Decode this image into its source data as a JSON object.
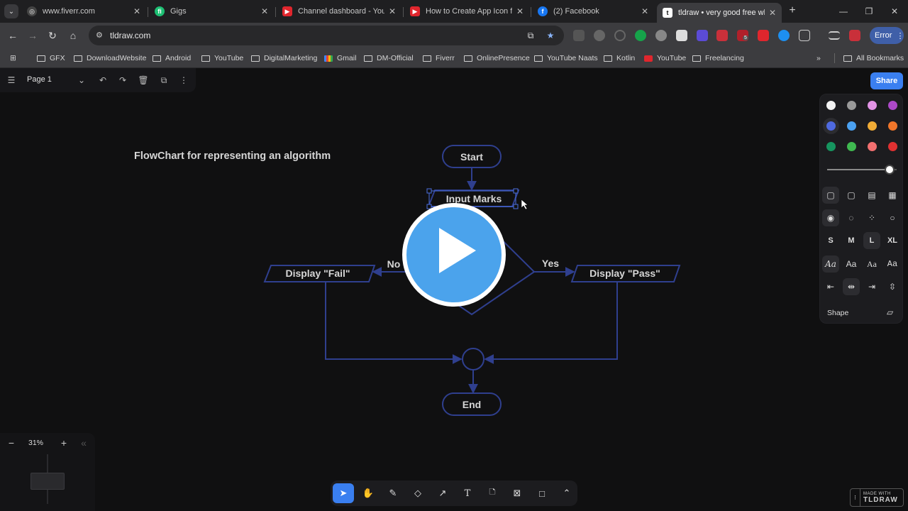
{
  "browser": {
    "tabs": [
      {
        "title": "www.fiverr.com",
        "close": "✕"
      },
      {
        "title": "Gigs",
        "close": "✕"
      },
      {
        "title": "Channel dashboard - YouTube",
        "close": "✕"
      },
      {
        "title": "How to Create App Icon for",
        "close": "✕"
      },
      {
        "title": "(2) Facebook",
        "close": "✕"
      },
      {
        "title": "tldraw • very good free whiteboard",
        "close": "✕"
      }
    ],
    "url": "tldraw.com",
    "error_label": "Error",
    "extension_badge": "5",
    "bookmarks": [
      "GFX",
      "DownloadWebsite",
      "Android",
      "YouTube",
      "DigitalMarketing",
      "Gmail",
      "DM-Official",
      "Fiverr",
      "OnlinePresence",
      "YouTube Naats",
      "Kotlin",
      "YouTube",
      "Freelancing"
    ],
    "all_bookmarks": "All Bookmarks",
    "overflow": "»"
  },
  "app": {
    "page_name": "Page 1",
    "share_label": "Share",
    "zoom_value": "31%",
    "made_with_line1": "MADE WITH",
    "made_with_line2": "TLDRAW"
  },
  "style_panel": {
    "colors": [
      "#f2f2f2",
      "#9a9a9a",
      "#e394e6",
      "#ad49c9",
      "#4f6ae0",
      "#4ba1f1",
      "#f1ac36",
      "#f0762a",
      "#16955f",
      "#3fb950",
      "#f27070",
      "#e03131"
    ],
    "selected_color": "#4f6ae0",
    "opacity": 0.9,
    "sizes": [
      "S",
      "M",
      "L",
      "XL"
    ],
    "selected_size": "L",
    "font_label": "Aa",
    "shape_label": "Shape"
  },
  "flowchart": {
    "title": "FlowChart for representing an algorithm",
    "nodes": {
      "start": "Start",
      "input": "Input Marks",
      "fail": "Display \"Fail\"",
      "pass": "Display \"Pass\"",
      "end": "End"
    },
    "edge_labels": {
      "no": "No",
      "yes": "Yes"
    }
  },
  "colors": {
    "stroke": "#2f3f8e",
    "selection": "#4b6fe0",
    "accent": "#3a7ff0"
  }
}
